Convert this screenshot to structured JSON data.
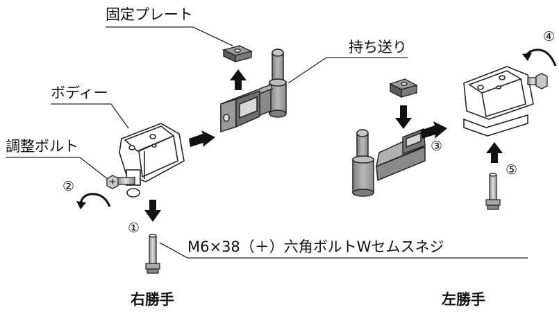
{
  "labels": {
    "fixing_plate": "固定プレート",
    "carrier": "持ち送り",
    "body": "ボディー",
    "adjust_bolt": "調整ボルト",
    "screw": "M6×38（＋）六角ボルトWセムスネジ",
    "right_hand": "右勝手",
    "left_hand": "左勝手"
  },
  "steps": [
    "①",
    "②",
    "③",
    "④",
    "⑤"
  ]
}
